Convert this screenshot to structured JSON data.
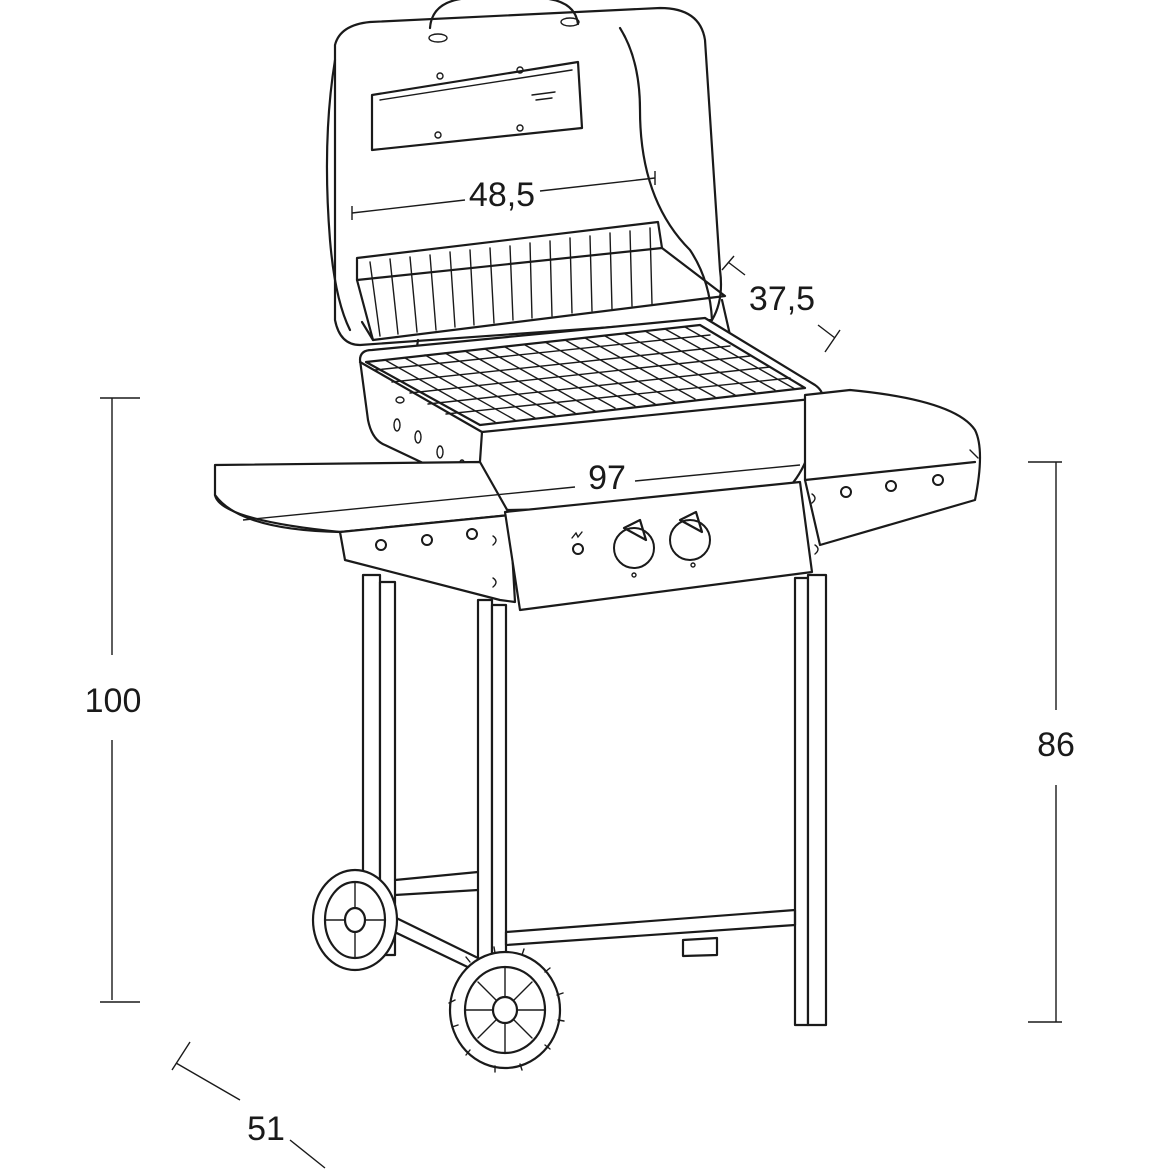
{
  "diagram": {
    "dimensions": {
      "grill_width": "48,5",
      "grill_depth": "37,5",
      "total_width": "97",
      "total_height": "100",
      "work_height": "86",
      "total_depth": "51"
    }
  }
}
